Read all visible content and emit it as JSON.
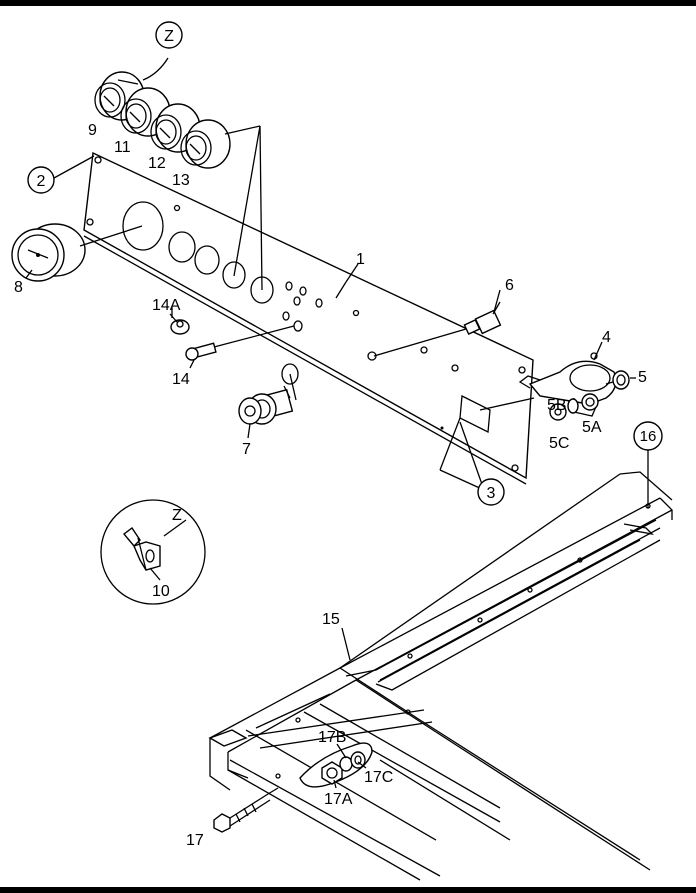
{
  "labels": {
    "z_top": "Z",
    "item_9": "9",
    "item_11": "11",
    "item_12": "12",
    "item_13": "13",
    "item_2": "2",
    "item_8": "8",
    "item_1": "1",
    "item_6": "6",
    "item_14a": "14A",
    "item_14": "14",
    "item_4": "4",
    "item_5": "5",
    "item_5b": "5B",
    "item_5c": "5C",
    "item_5a": "5A",
    "item_7": "7",
    "item_16": "16",
    "item_3": "3",
    "z_detail": "Z",
    "item_10": "10",
    "item_15": "15",
    "item_17b": "17B",
    "item_17c": "17C",
    "item_17a": "17A",
    "item_17": "17"
  }
}
